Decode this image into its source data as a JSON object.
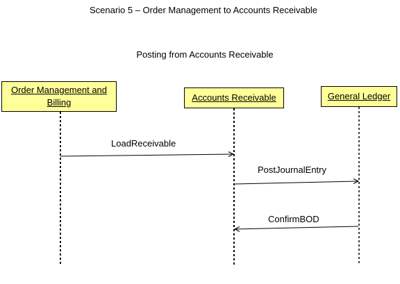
{
  "diagram": {
    "title": "Scenario 5 – Order Management to Accounts Receivable",
    "subtitle": "Posting from Accounts Receivable",
    "colors": {
      "participant_fill": "#ffff99",
      "line": "#000000"
    },
    "participants": [
      {
        "id": "omb",
        "label": "Order Management and Billing"
      },
      {
        "id": "ar",
        "label": "Accounts Receivable"
      },
      {
        "id": "gl",
        "label": "General Ledger"
      }
    ],
    "messages": [
      {
        "label": "LoadReceivable",
        "from": "Order Management and Billing",
        "to": "Accounts Receivable"
      },
      {
        "label": "PostJournalEntry",
        "from": "Accounts Receivable",
        "to": "General Ledger"
      },
      {
        "label": "ConfirmBOD",
        "from": "General Ledger",
        "to": "Accounts Receivable"
      }
    ]
  }
}
